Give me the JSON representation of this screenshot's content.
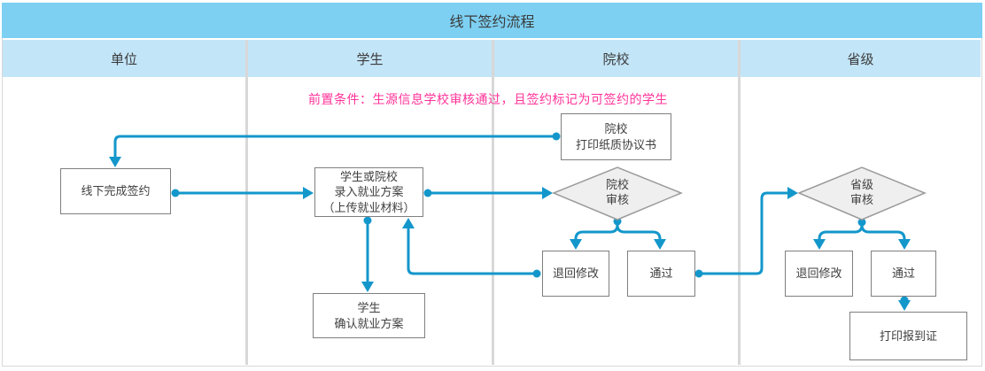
{
  "title": "线下签约流程",
  "lanes": [
    {
      "label": "单位"
    },
    {
      "label": "学生"
    },
    {
      "label": "院校"
    },
    {
      "label": "省级"
    }
  ],
  "precondition": "前置条件：生源信息学校审核通过，且签约标记为可签约的学生",
  "nodes": {
    "offline_sign": {
      "label": "线下完成签约",
      "shape": "rect",
      "lane": "单位"
    },
    "enter_plan": {
      "label": "学生或院校\n录入就业方案\n（上传就业材料）",
      "shape": "rect",
      "lane": "学生"
    },
    "confirm_plan": {
      "label": "学生\n确认就业方案",
      "shape": "rect",
      "lane": "学生"
    },
    "print_agreement": {
      "label": "院校\n打印纸质协议书",
      "shape": "rect",
      "lane": "院校"
    },
    "college_review": {
      "label": "院校\n审核",
      "shape": "diamond",
      "lane": "院校"
    },
    "college_return": {
      "label": "退回修改",
      "shape": "rect",
      "lane": "院校"
    },
    "college_pass": {
      "label": "通过",
      "shape": "rect",
      "lane": "院校"
    },
    "province_review": {
      "label": "省级\n审核",
      "shape": "diamond",
      "lane": "省级"
    },
    "province_return": {
      "label": "退回修改",
      "shape": "rect",
      "lane": "省级"
    },
    "province_pass": {
      "label": "通过",
      "shape": "rect",
      "lane": "省级"
    },
    "print_cert": {
      "label": "打印报到证",
      "shape": "rect",
      "lane": "省级"
    }
  },
  "edges": [
    {
      "from": "print_agreement",
      "to": "offline_sign"
    },
    {
      "from": "offline_sign",
      "to": "enter_plan"
    },
    {
      "from": "enter_plan",
      "to": "college_review"
    },
    {
      "from": "enter_plan",
      "to": "confirm_plan"
    },
    {
      "from": "college_review",
      "to": "college_return"
    },
    {
      "from": "college_review",
      "to": "college_pass"
    },
    {
      "from": "college_return",
      "to": "enter_plan"
    },
    {
      "from": "college_pass",
      "to": "province_review"
    },
    {
      "from": "province_review",
      "to": "province_return"
    },
    {
      "from": "province_review",
      "to": "province_pass"
    },
    {
      "from": "province_pass",
      "to": "print_cert"
    }
  ],
  "colors": {
    "title_bar": "#7dd0f2",
    "lane_header": "#c3e5f8",
    "divider": "#d8d8d8",
    "connector": "#1397cb",
    "precondition_text": "#ff3399",
    "diamond_fill": "#efefef",
    "node_border": "#7f7f7f"
  }
}
